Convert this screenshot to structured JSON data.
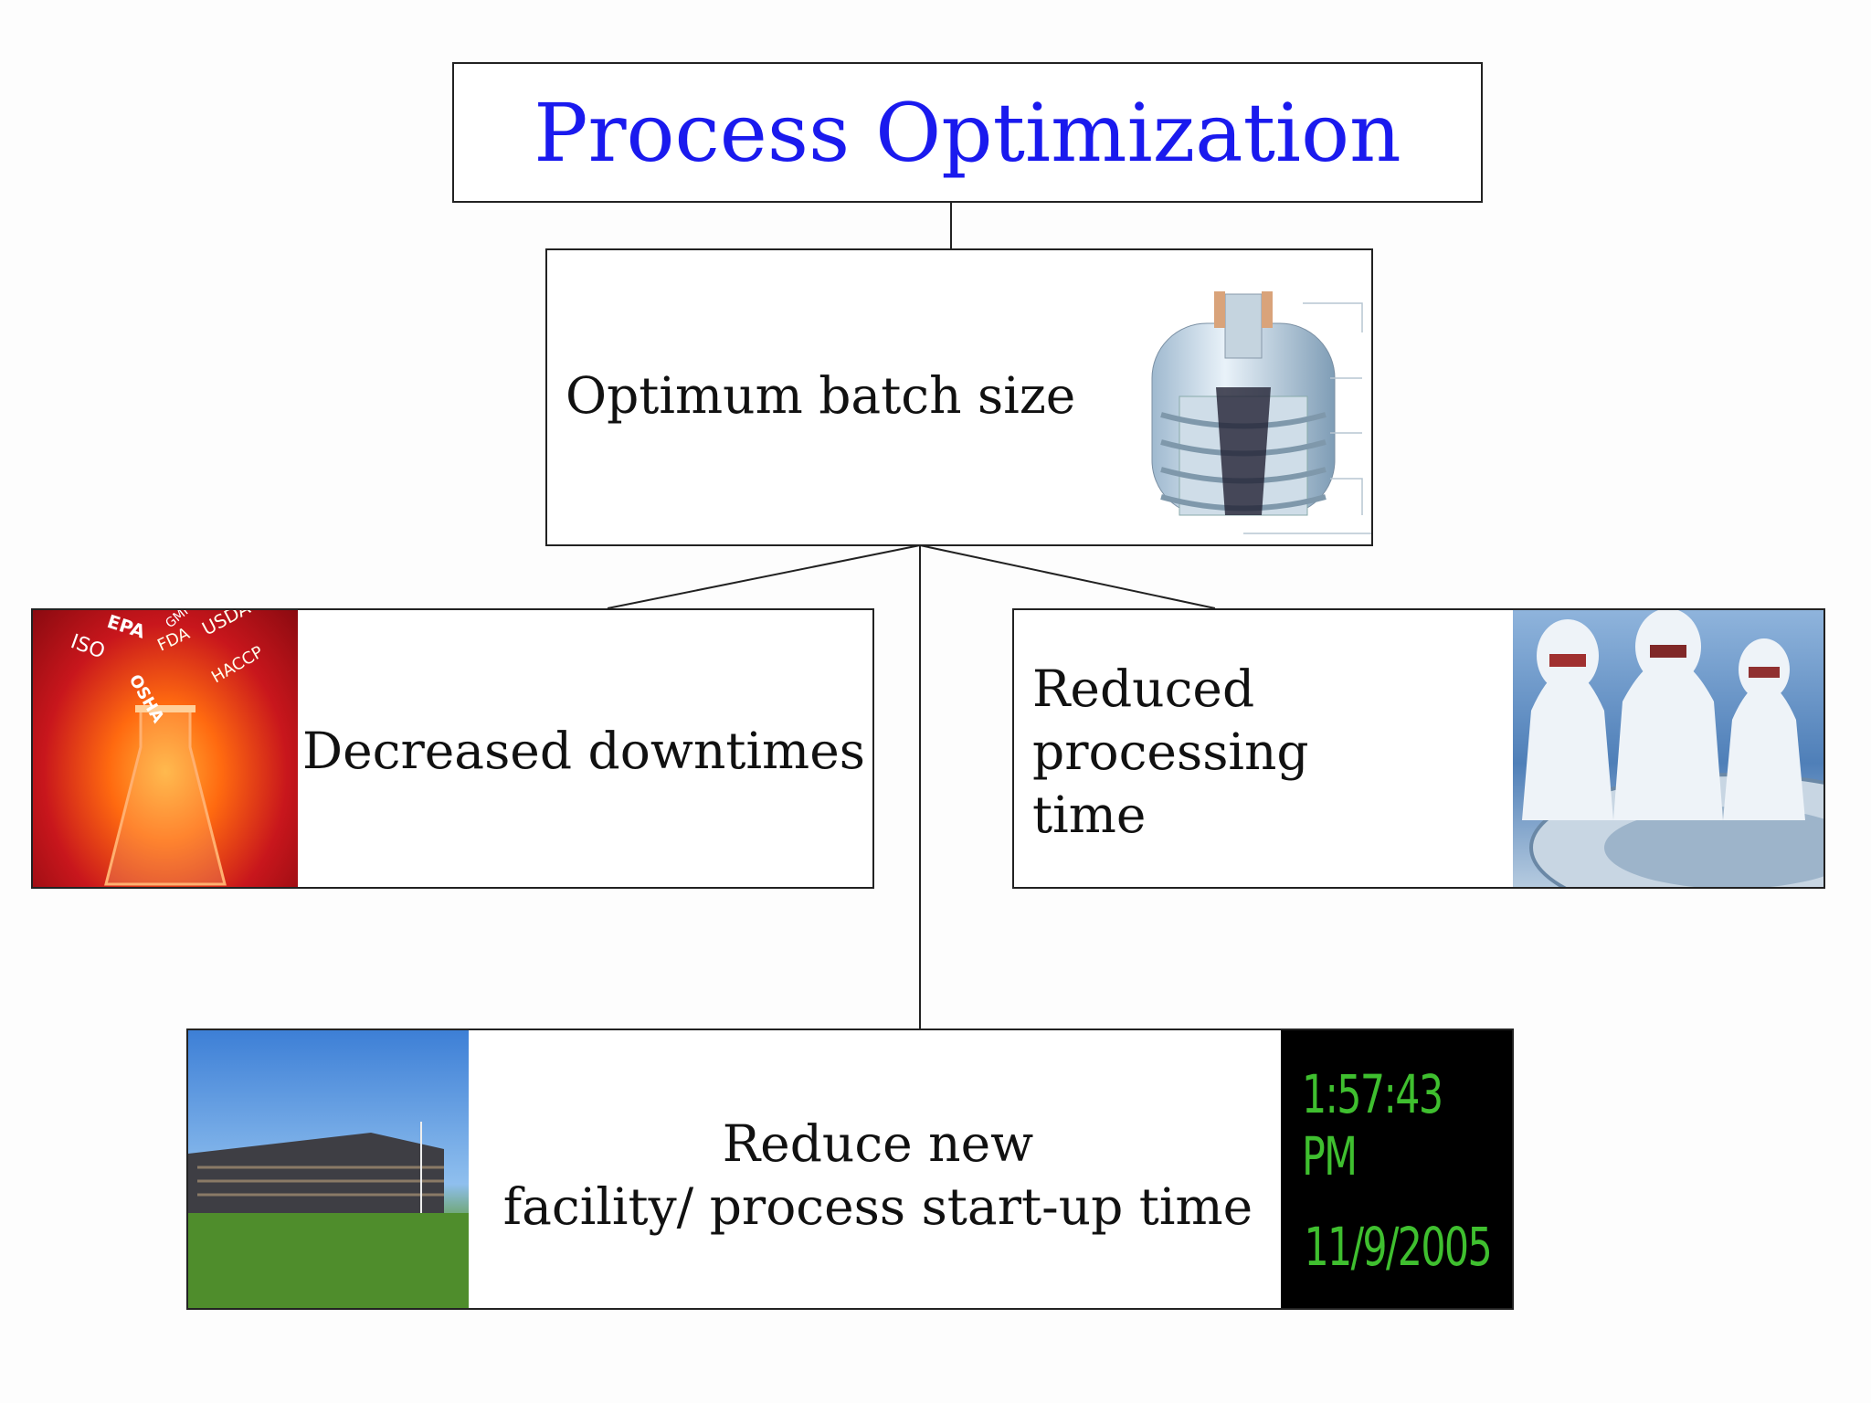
{
  "title": "Process Optimization",
  "nodes": {
    "batch": "Optimum batch size",
    "downtimes": "Decreased downtimes",
    "processing": [
      "Reduced",
      "processing",
      "time"
    ],
    "startup": [
      "Reduce new",
      "facility/ process start-up time"
    ]
  },
  "images": {
    "regulatory_words": [
      "EPA",
      "ISO",
      "FDA",
      "USDA",
      "HACCP",
      "GMP",
      "OSHA"
    ],
    "clock_time": "1:57:43 PM",
    "clock_date": "11/9/2005"
  },
  "colors": {
    "title": "#1a1aee",
    "clock_digits": "#3fbf2f"
  }
}
